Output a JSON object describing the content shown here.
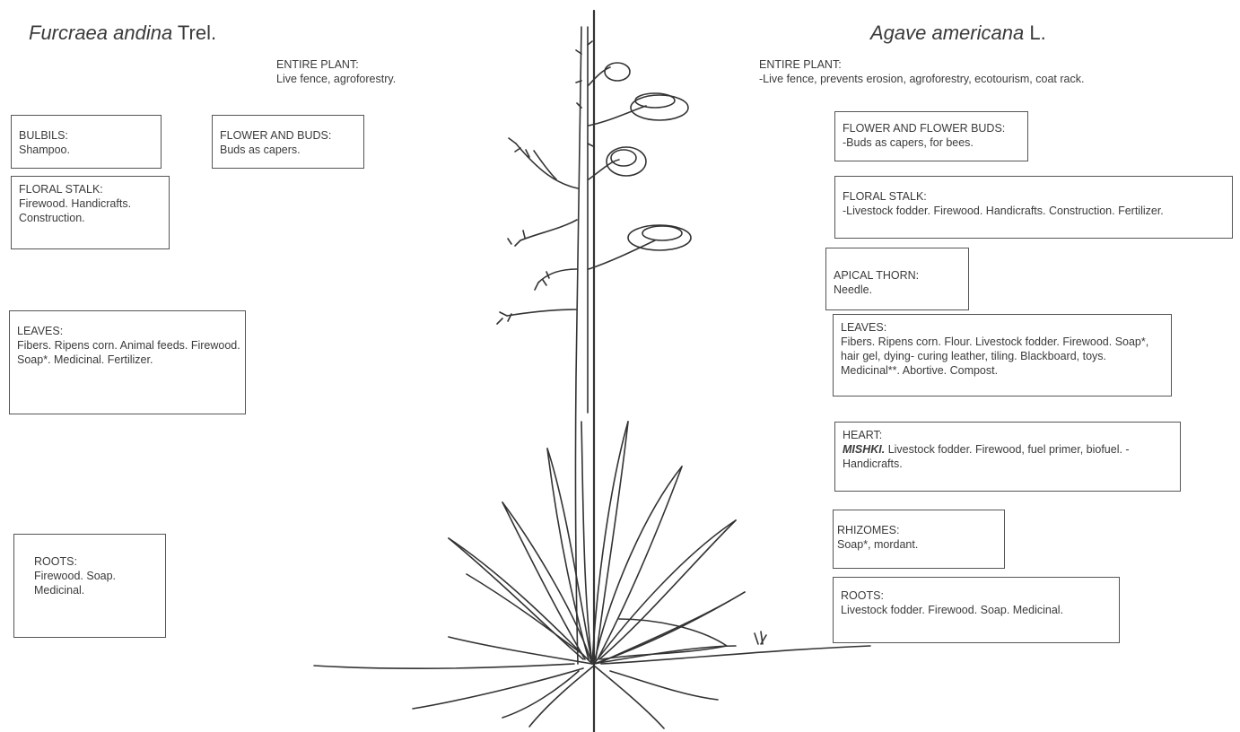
{
  "left": {
    "title_italic": "Furcraea andina",
    "title_rest": " Trel.",
    "entire_plant": {
      "heading": "ENTIRE PLANT:",
      "text": "Live fence, agroforestry."
    },
    "boxes": [
      {
        "heading": "BULBILS:",
        "text": "Shampoo."
      },
      {
        "heading": "FLOWER AND BUDS:",
        "text": "Buds as capers."
      },
      {
        "heading": "FLORAL STALK:",
        "text": "Firewood. Handicrafts. Construction."
      },
      {
        "heading": "LEAVES:",
        "text": "Fibers. Ripens corn. Animal feeds. Firewood. Soap*. Medicinal. Fertilizer."
      },
      {
        "heading": "ROOTS:",
        "text": "Firewood. Soap. Medicinal."
      }
    ]
  },
  "right": {
    "title_italic": "Agave americana",
    "title_rest": " L.",
    "entire_plant": {
      "heading": "ENTIRE PLANT:",
      "text": "-Live fence, prevents erosion, agroforestry, ecotourism, coat rack."
    },
    "boxes": [
      {
        "heading": "FLOWER AND FLOWER BUDS:",
        "text": "-Buds as capers, for bees."
      },
      {
        "heading": "FLORAL STALK:",
        "text": "-Livestock fodder. Firewood. Handicrafts. Construction. Fertilizer."
      },
      {
        "heading": "APICAL THORN:",
        "text": "Needle."
      },
      {
        "heading": "LEAVES:",
        "text": "Fibers. Ripens corn. Flour. Livestock fodder. Firewood. Soap*, hair gel, dying- curing leather, tiling. Blackboard, toys. Medicinal**. Abortive. Compost."
      },
      {
        "heading": "HEART:",
        "emphasis": "MISHKI.",
        "text": " Livestock fodder. Firewood, fuel primer, biofuel. -Handicrafts."
      },
      {
        "heading": "RHIZOMES:",
        "text": "Soap*, mordant."
      },
      {
        "heading": "ROOTS:",
        "text": "Livestock fodder. Firewood. Soap. Medicinal."
      }
    ]
  },
  "colors": {
    "line": "#333333",
    "box_border": "#555555",
    "text": "#3a3a3a"
  }
}
